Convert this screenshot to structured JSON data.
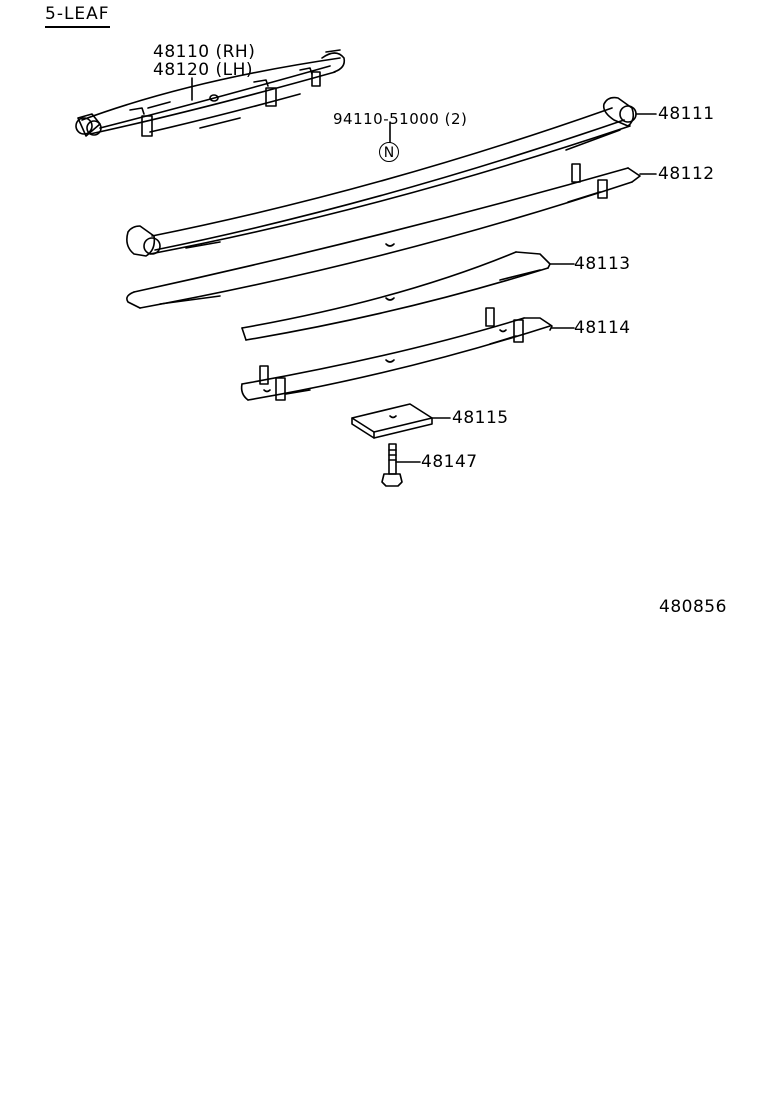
{
  "diagram": {
    "title": "5-LEAF",
    "figure_number": "480856",
    "assembly": {
      "labels": [
        "48110 (RH)",
        "48120 (LH)"
      ]
    },
    "note_part": {
      "label": "94110-51000 (2)",
      "symbol": "N"
    },
    "parts": [
      {
        "id": "48111",
        "label": "48111",
        "description": "main leaf with eye ends"
      },
      {
        "id": "48112",
        "label": "48112",
        "description": "second leaf with clips"
      },
      {
        "id": "48113",
        "label": "48113",
        "description": "third leaf"
      },
      {
        "id": "48114",
        "label": "48114",
        "description": "fourth leaf with clips"
      },
      {
        "id": "48115",
        "label": "48115",
        "description": "spacer plate"
      },
      {
        "id": "48147",
        "label": "48147",
        "description": "center bolt"
      }
    ]
  }
}
